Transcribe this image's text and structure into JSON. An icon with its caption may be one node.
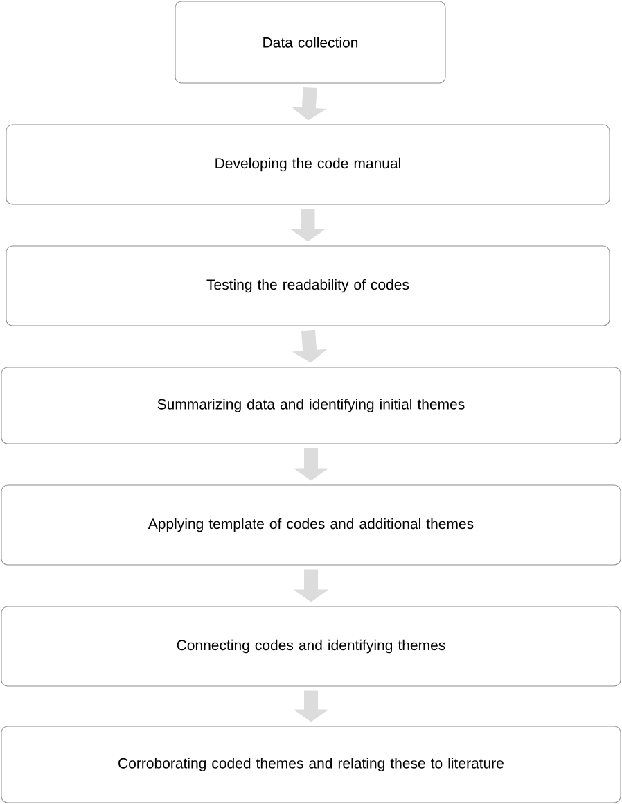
{
  "diagram": {
    "nodes": [
      {
        "text": [
          "Data collection"
        ]
      },
      {
        "text": [
          "Developing the code manual"
        ]
      },
      {
        "text": [
          "Testing the readability of codes"
        ]
      },
      {
        "text": [
          "Summarizing data and identifying initial themes"
        ]
      },
      {
        "text": [
          "Applying template of codes and additional themes"
        ]
      },
      {
        "text": [
          "Connecting codes and identifying themes"
        ]
      },
      {
        "text": [
          "Corroborating coded themes and relating these to literature"
        ]
      }
    ],
    "edges": [
      {
        "from": 0,
        "to": 1,
        "arrow": "to"
      },
      {
        "from": 1,
        "to": 2,
        "arrow": "to"
      },
      {
        "from": 2,
        "to": 3,
        "arrow": "to"
      },
      {
        "from": 3,
        "to": 4,
        "arrow": "to"
      },
      {
        "from": 4,
        "to": 5,
        "arrow": "to"
      },
      {
        "from": 5,
        "to": 6,
        "arrow": "to"
      }
    ]
  }
}
